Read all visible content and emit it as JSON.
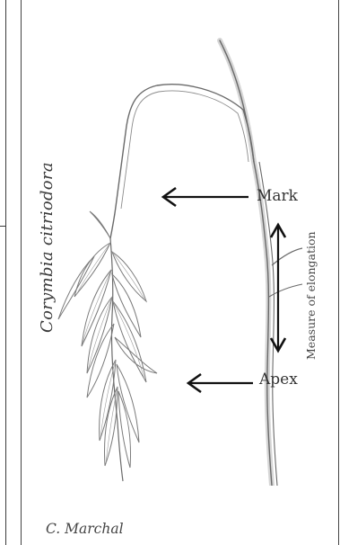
{
  "figure": {
    "species": "Corymbia citriodora",
    "labels": {
      "mark": "Mark",
      "apex": "Apex",
      "measure": "Measure of elongation"
    },
    "credit": "C. Marchal"
  },
  "colors": {
    "line": "#3a3a3a",
    "sketch": "#7a7a7a",
    "background": "#ffffff"
  }
}
